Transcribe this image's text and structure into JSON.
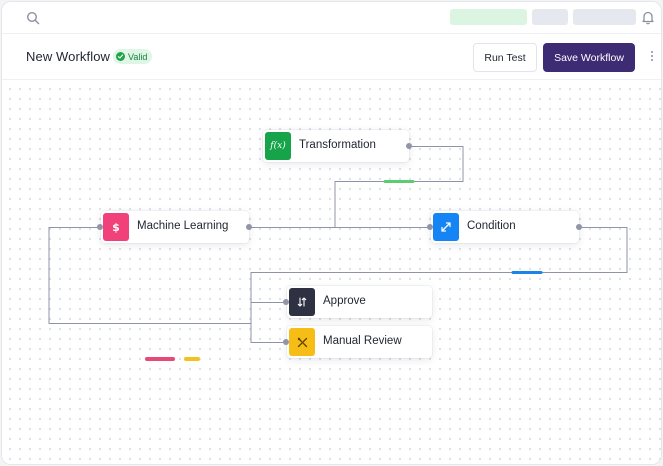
{
  "header": {
    "title": "New Workflow",
    "status_badge": "Valid",
    "run_test_label": "Run Test",
    "save_label": "Save Workflow"
  },
  "nodes": {
    "transformation": {
      "label": "Transformation",
      "icon": "function-icon",
      "icon_glyph": "f(x)",
      "color": "#16a34a"
    },
    "machine_learning": {
      "label": "Machine Learning",
      "icon": "dollar-icon",
      "icon_glyph": "$",
      "color": "#f0417a"
    },
    "condition": {
      "label": "Condition",
      "icon": "expand-arrows-icon",
      "color": "#1584f5"
    },
    "approve": {
      "label": "Approve",
      "icon": "sort-arrows-icon",
      "color": "#2d3142"
    },
    "manual_review": {
      "label": "Manual Review",
      "icon": "tools-icon",
      "color": "#f6bd16"
    }
  },
  "colors": {
    "accent": "#3d2b73",
    "valid_green": "#1fa34a",
    "wire": "#8f93a8",
    "connector_green": "#5ccc72",
    "connector_blue": "#1c84e6",
    "legend_pink": "#e8477a",
    "legend_yellow": "#f4c21c"
  }
}
